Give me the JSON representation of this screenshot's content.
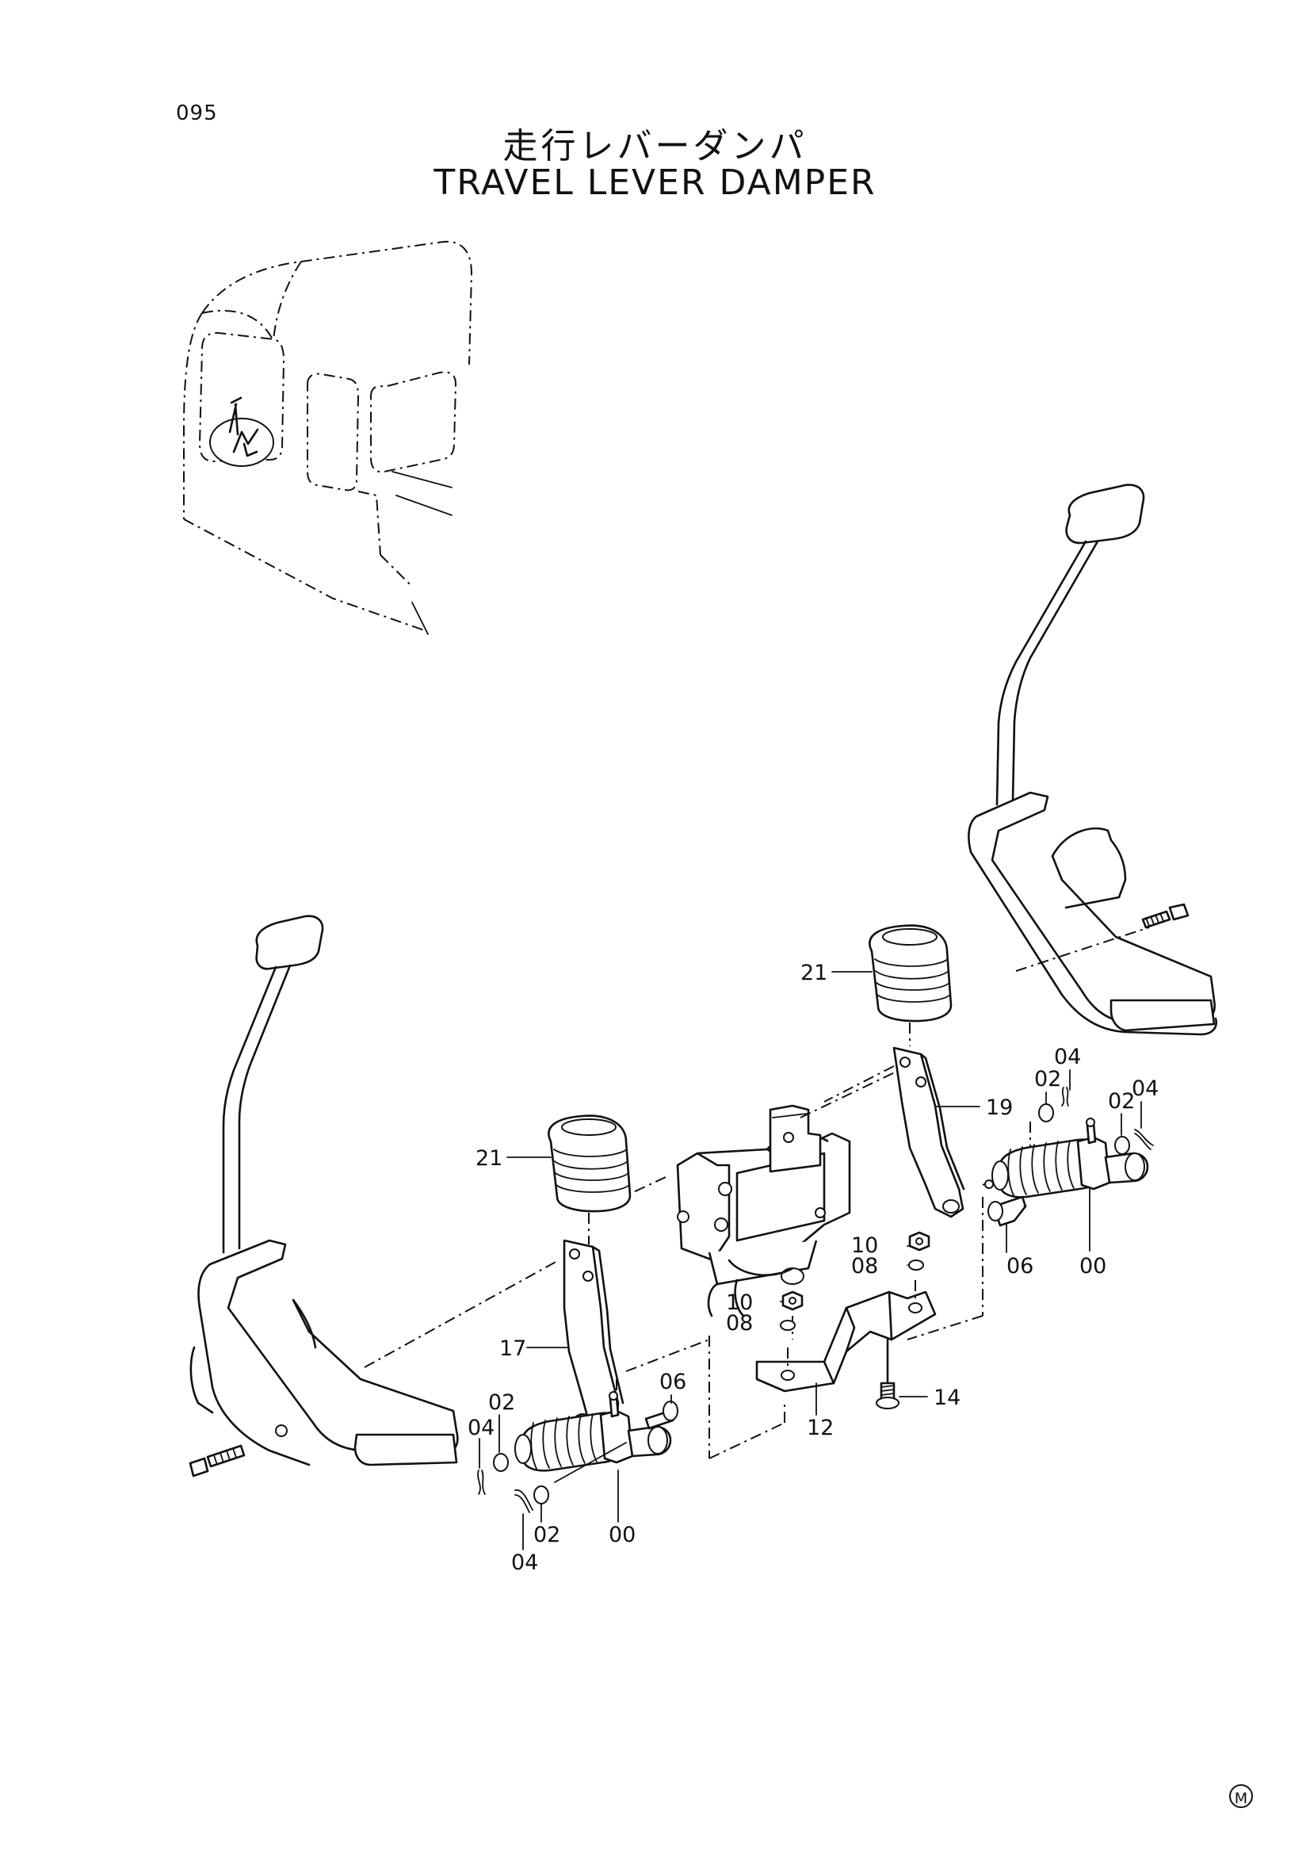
{
  "page": {
    "number": "095"
  },
  "title": {
    "japanese": "走行レバーダンパ",
    "english": "TRAVEL LEVER DAMPER"
  },
  "footer": {
    "mark": "M"
  },
  "callouts": [
    {
      "id": "c21a",
      "label": "21"
    },
    {
      "id": "c19",
      "label": "19"
    },
    {
      "id": "c04a",
      "label": "04"
    },
    {
      "id": "c02a",
      "label": "02"
    },
    {
      "id": "c02b",
      "label": "02"
    },
    {
      "id": "c04b",
      "label": "04"
    },
    {
      "id": "c21b",
      "label": "21"
    },
    {
      "id": "c10a",
      "label": "10"
    },
    {
      "id": "c08a",
      "label": "08"
    },
    {
      "id": "c06a",
      "label": "06"
    },
    {
      "id": "c00a",
      "label": "00"
    },
    {
      "id": "c10b",
      "label": "10"
    },
    {
      "id": "c08b",
      "label": "08"
    },
    {
      "id": "c17",
      "label": "17"
    },
    {
      "id": "c14",
      "label": "14"
    },
    {
      "id": "c06b",
      "label": "06"
    },
    {
      "id": "c12",
      "label": "12"
    },
    {
      "id": "c02c",
      "label": "02"
    },
    {
      "id": "c04c",
      "label": "04"
    },
    {
      "id": "c02d",
      "label": "02"
    },
    {
      "id": "c00b",
      "label": "00"
    },
    {
      "id": "c04d",
      "label": "04"
    }
  ]
}
